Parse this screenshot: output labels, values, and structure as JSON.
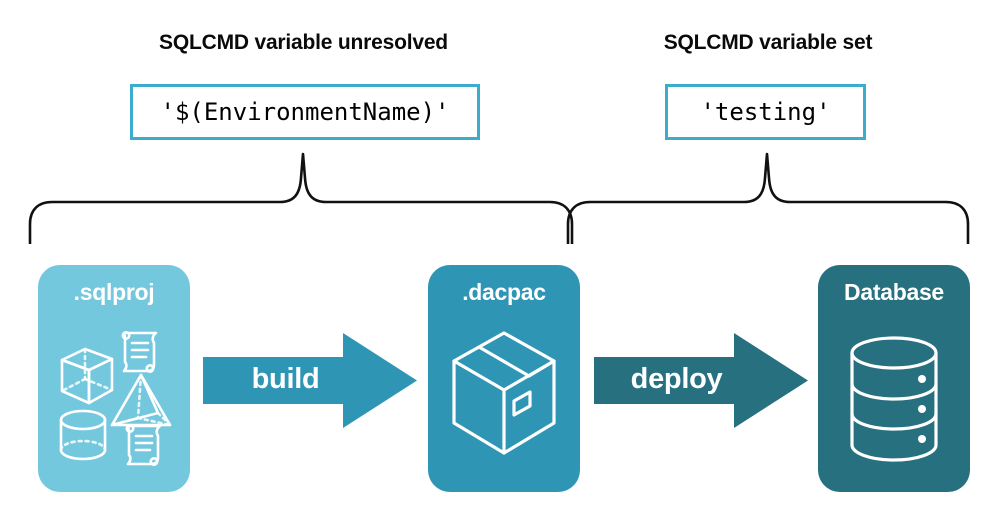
{
  "diagram": {
    "title_hint": "SQLCMD variable resolution during build and deploy",
    "sections": [
      {
        "heading": "SQLCMD variable unresolved",
        "code_value": "'$(EnvironmentName)'"
      },
      {
        "heading": "SQLCMD variable set",
        "code_value": "'testing'"
      }
    ],
    "stages": [
      {
        "label": ".sqlproj",
        "color": "#74C8DE",
        "icon": "project-artifacts-icon"
      },
      {
        "label": ".dacpac",
        "color": "#2F95B5",
        "icon": "package-box-icon"
      },
      {
        "label": "Database",
        "color": "#26707F",
        "icon": "database-cylinder-icon"
      }
    ],
    "arrows": [
      {
        "label": "build",
        "color": "#2F95B5"
      },
      {
        "label": "deploy",
        "color": "#26707F"
      }
    ],
    "colors": {
      "light_teal": "#74C8DE",
      "mid_teal": "#2F95B5",
      "dark_teal": "#26707F",
      "code_border": "#3BACCB",
      "brace_stroke": "#111111",
      "text": "#0a0a0a",
      "background": "#ffffff"
    },
    "icon_names": {
      "brace_left": "curly-brace-icon",
      "brace_right": "curly-brace-icon",
      "cube": "cube-wireframe-icon",
      "pyramid": "pyramid-wireframe-icon",
      "cylinder": "cylinder-wireframe-icon",
      "scroll": "script-scroll-icon",
      "package": "package-box-icon",
      "database": "database-cylinder-icon"
    }
  }
}
